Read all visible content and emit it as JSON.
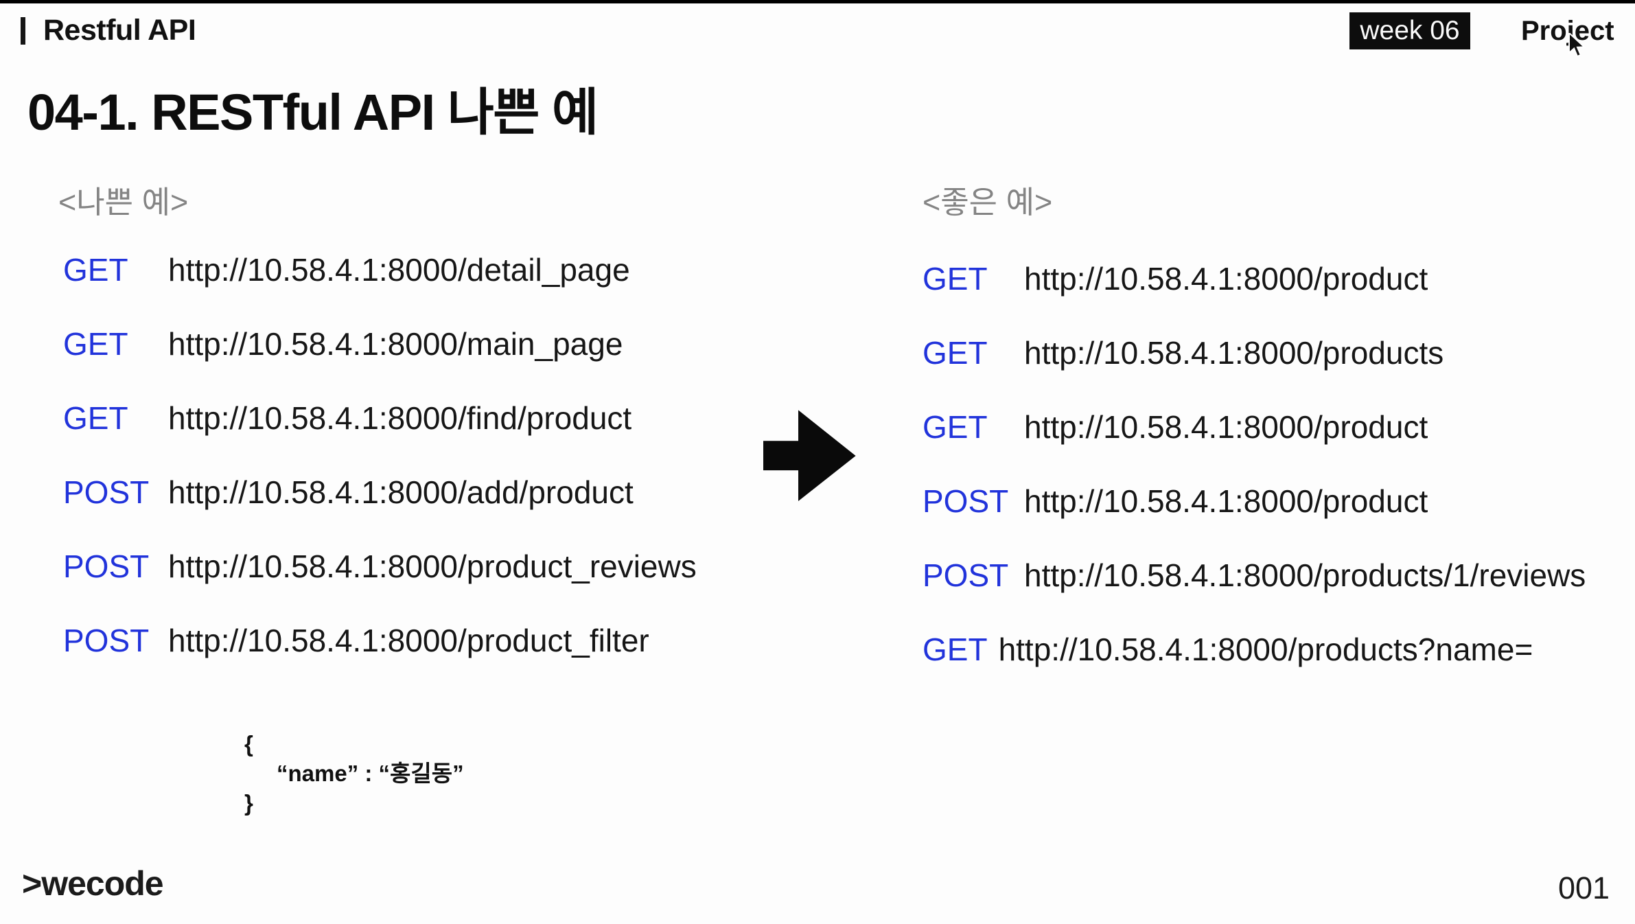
{
  "header": {
    "title": "Restful API",
    "week_badge": "week 06",
    "project": "Project"
  },
  "slide_title": "04-1. RESTful API 나쁜 예",
  "bad": {
    "heading": "<나쁜 예>",
    "rows": [
      {
        "method": "GET",
        "url": "http://10.58.4.1:8000/detail_page"
      },
      {
        "method": "GET",
        "url": "http://10.58.4.1:8000/main_page"
      },
      {
        "method": "GET",
        "url": "http://10.58.4.1:8000/find/product"
      },
      {
        "method": "POST",
        "url": "http://10.58.4.1:8000/add/product"
      },
      {
        "method": "POST",
        "url": "http://10.58.4.1:8000/product_reviews"
      },
      {
        "method": "POST",
        "url": "http://10.58.4.1:8000/product_filter"
      }
    ]
  },
  "good": {
    "heading": "<좋은 예>",
    "rows": [
      {
        "method": "GET",
        "url": "http://10.58.4.1:8000/product"
      },
      {
        "method": "GET",
        "url": "http://10.58.4.1:8000/products"
      },
      {
        "method": "GET",
        "url": "http://10.58.4.1:8000/product"
      },
      {
        "method": "POST",
        "url": "http://10.58.4.1:8000/product"
      },
      {
        "method": "POST",
        "url": "http://10.58.4.1:8000/products/1/reviews"
      },
      {
        "method": "GET",
        "url": "http://10.58.4.1:8000/products?name="
      }
    ]
  },
  "code": {
    "open_brace": "{",
    "body": "“name” : “홍길동”",
    "close_brace": "}"
  },
  "footer": {
    "logo": ">wecode",
    "page_number": "001"
  },
  "colors": {
    "method_blue": "#2133db",
    "heading_gray": "#848484",
    "badge_bg": "#0d0d0d"
  }
}
